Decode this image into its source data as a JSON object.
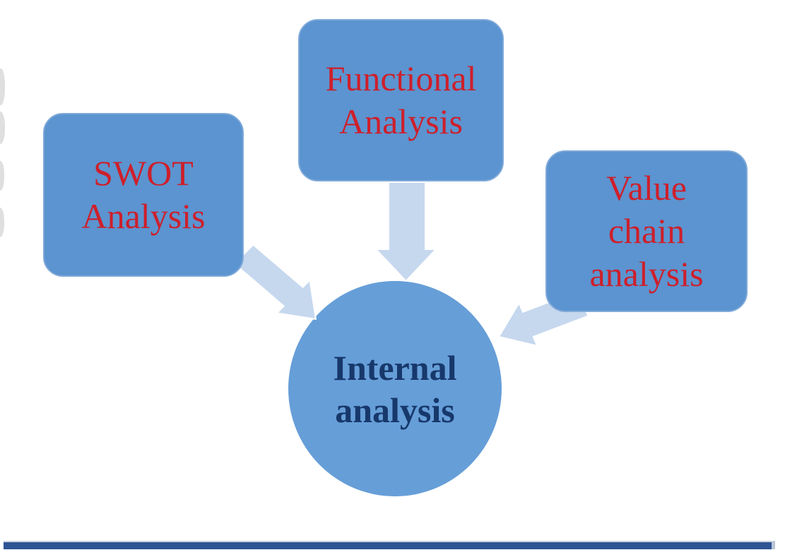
{
  "diagram": {
    "source_boxes": [
      {
        "id": "swot",
        "label": "SWOT\nAnalysis"
      },
      {
        "id": "functional",
        "label": "Functional\nAnalysis"
      },
      {
        "id": "value-chain",
        "label": "Value\nchain\nanalysis"
      }
    ],
    "center_node": {
      "id": "internal",
      "label": "Internal\nanalysis"
    },
    "colors": {
      "box_fill": "#5b94d0",
      "box_text_red": "#ce1f2b",
      "circle_fill": "#669ed8",
      "circle_text_navy": "#17386b",
      "arrow_fill": "#c6d8ee",
      "footer_bar_blue": "#2e5494"
    }
  }
}
